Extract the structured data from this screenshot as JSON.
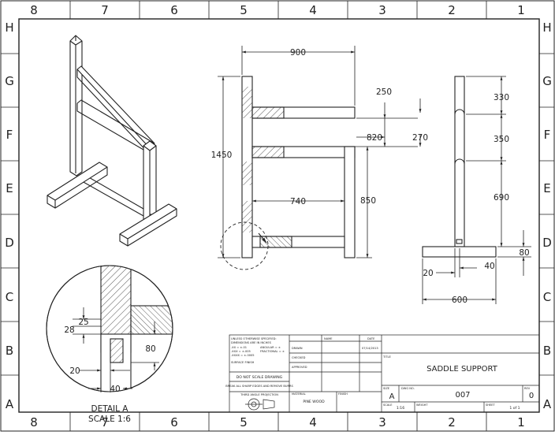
{
  "border": {
    "columns": [
      "8",
      "7",
      "6",
      "5",
      "4",
      "3",
      "2",
      "1"
    ],
    "rows": [
      "H",
      "G",
      "F",
      "E",
      "D",
      "C",
      "B",
      "A"
    ]
  },
  "dimensions": {
    "front_width": "900",
    "height": "1450",
    "top_gap": "250",
    "upper_gap": "270",
    "arm_length": "820",
    "inner_width": "740",
    "lower_height": "850",
    "side_330": "330",
    "side_350": "350",
    "side_690": "690",
    "foot_height": "80",
    "foot_20": "20",
    "foot_40": "40",
    "base_width": "600"
  },
  "detail": {
    "dim_25": "25",
    "dim_28": "28",
    "dim_80": "80",
    "dim_20": "20",
    "dim_40": "40",
    "label": "DETAIL A",
    "scale": "SCALE 1:6"
  },
  "title_block": {
    "notes": [
      "UNLESS OTHERWISE SPECIFIED:",
      "DIMENSIONS ARE IN INCHES",
      ".XX = ±.01",
      ".XXX = ±.005",
      ".XXXX = ±.0005",
      "ANGULAR = ±",
      "FRACTIONAL = ±",
      "SURFACE FINISH"
    ],
    "do_not_scale": "DO NOT SCALE DRAWING",
    "break_edges": "BREAK ALL SHARP EDGES AND REMOVE BURRS",
    "projection": "THIRD ANGLE PROJECTION",
    "name_header": "NAME",
    "date_header": "DATE",
    "drawn_label": "DRAWN",
    "drawn_date": "07/14/2013",
    "checked_label": "CHECKED",
    "approved_label": "APPROVED",
    "title_label": "TITLE",
    "title": "SADDLE SUPPORT",
    "material_label": "MATERIAL",
    "material": "PINE WOOD",
    "finish_label": "FINISH",
    "size_label": "SIZE",
    "size": "A",
    "dwg_label": "DWG NO.",
    "dwg_no": "007",
    "rev_label": "REV",
    "rev": "0",
    "scale_label": "SCALE",
    "scale": "1:16",
    "weight_label": "WEIGHT",
    "sheet_label": "SHEET",
    "sheet": "1 of 1"
  }
}
